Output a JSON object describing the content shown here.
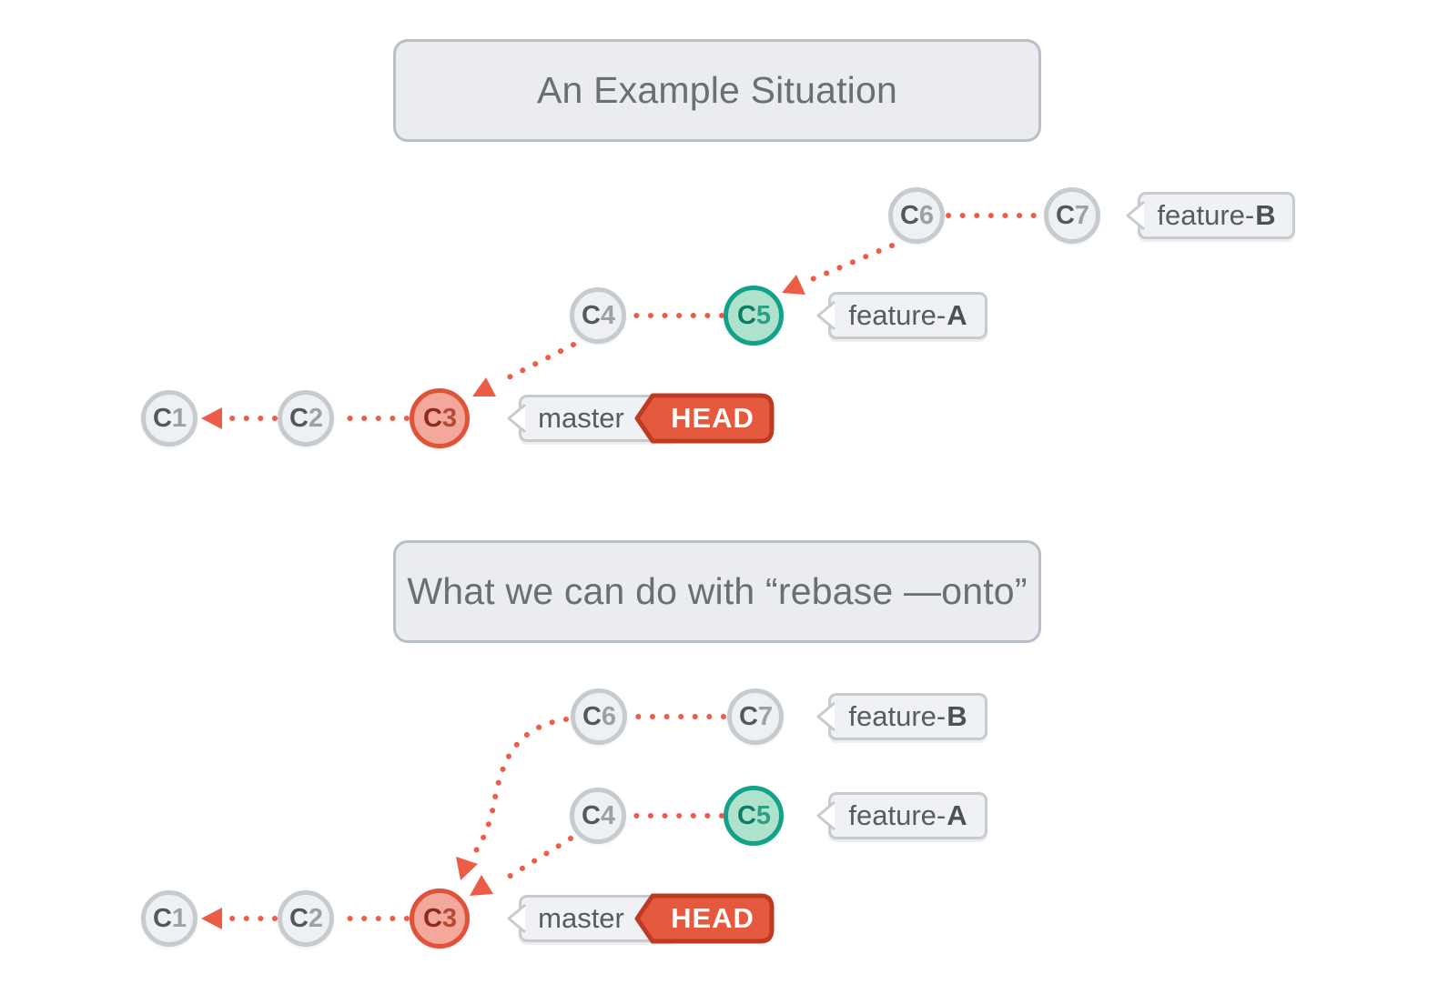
{
  "titles": {
    "section1": "An Example Situation",
    "section2": "What we can do with “rebase —onto”"
  },
  "commits": {
    "c1": {
      "letter": "C",
      "digit": "1"
    },
    "c2": {
      "letter": "C",
      "digit": "2"
    },
    "c3": {
      "letter": "C",
      "digit": "3"
    },
    "c4": {
      "letter": "C",
      "digit": "4"
    },
    "c5": {
      "letter": "C",
      "digit": "5"
    },
    "c6": {
      "letter": "C",
      "digit": "6"
    },
    "c7": {
      "letter": "C",
      "digit": "7"
    }
  },
  "branch_labels": {
    "master": "master",
    "head": "HEAD",
    "feature_a": {
      "prefix": "feature-",
      "suffix": "A"
    },
    "feature_b": {
      "prefix": "feature-",
      "suffix": "B"
    }
  },
  "colors": {
    "accent_red": "#ed5c47",
    "node_fill": "#eef0f3",
    "node_border": "#c6cbd0",
    "node_letter": "#54585e",
    "node_digit": "#9ba1a7",
    "c3_fill": "#f3a89b",
    "c3_border": "#e0523a",
    "c5_fill": "#aee2cd",
    "c5_border": "#12a289",
    "head_fill": "#e5593f",
    "head_border": "#bf3a22",
    "bubble_fill": "#eff1f4",
    "bubble_border": "#c6cbd0",
    "title_fill": "#eaecf0",
    "title_border": "#b9bfc6",
    "title_text": "#696f75"
  }
}
